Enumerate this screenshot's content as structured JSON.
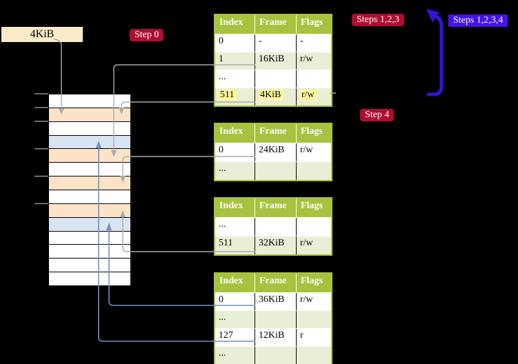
{
  "frame_label": {
    "text": "4KiB",
    "bg": "#fbeac7"
  },
  "badges": {
    "step0": {
      "text": "Step 0",
      "bg": "#b00d31"
    },
    "steps123": {
      "text": "Steps 1,2,3",
      "bg": "#b00d31"
    },
    "steps1234": {
      "text": "Steps 1,2,3,4",
      "bg": "#4513e8"
    },
    "step4": {
      "text": "Step 4",
      "bg": "#b00d31"
    }
  },
  "page_tables": [
    {
      "headers": [
        "Index",
        "Frame",
        "Flags"
      ],
      "rows": [
        {
          "cells": [
            "0",
            "-",
            "-"
          ]
        },
        {
          "cells": [
            "1",
            "16KiB",
            "r/w"
          ]
        },
        {
          "cells": [
            "...",
            "",
            ""
          ]
        },
        {
          "cells": [
            "511",
            "4KiB",
            "r/w"
          ]
        }
      ]
    },
    {
      "headers": [
        "Index",
        "Frame",
        "Flags"
      ],
      "rows": [
        {
          "cells": [
            "0",
            "24KiB",
            "r/w"
          ]
        },
        {
          "cells": [
            "...",
            "",
            ""
          ]
        }
      ]
    },
    {
      "headers": [
        "Index",
        "Frame",
        "Flags"
      ],
      "rows": [
        {
          "cells": [
            "...",
            "",
            ""
          ]
        },
        {
          "cells": [
            "511",
            "32KiB",
            "r/w"
          ]
        }
      ]
    },
    {
      "headers": [
        "Index",
        "Frame",
        "Flags"
      ],
      "rows": [
        {
          "cells": [
            "0",
            "36KiB",
            "r/w"
          ]
        },
        {
          "cells": [
            "...",
            "",
            ""
          ]
        },
        {
          "cells": [
            "127",
            "12KiB",
            "r"
          ]
        },
        {
          "cells": [
            "...",
            "",
            ""
          ]
        }
      ]
    }
  ],
  "memory_strip": {
    "row_colors": [
      "#ffffff",
      "#fce3c8",
      "#ffffff",
      "#d9e4f3",
      "#fce3c8",
      "#ffffff",
      "#fce3c8",
      "#ffffff",
      "#fce3c8",
      "#d9e4f3",
      "#ffffff",
      "#ffffff",
      "#ffffff",
      "#ffffff"
    ]
  },
  "colors": {
    "table_header": "#a7c23e",
    "table_border": "#a7c23e",
    "table_row_shade": "#e9eed6",
    "row_highlight": "#fdf8a0",
    "connector_gray": "#ababab",
    "connector_blue": "#7191c2",
    "big_arrow_blue": "#3a10dd",
    "tick_gray": "#8f8f8f"
  }
}
